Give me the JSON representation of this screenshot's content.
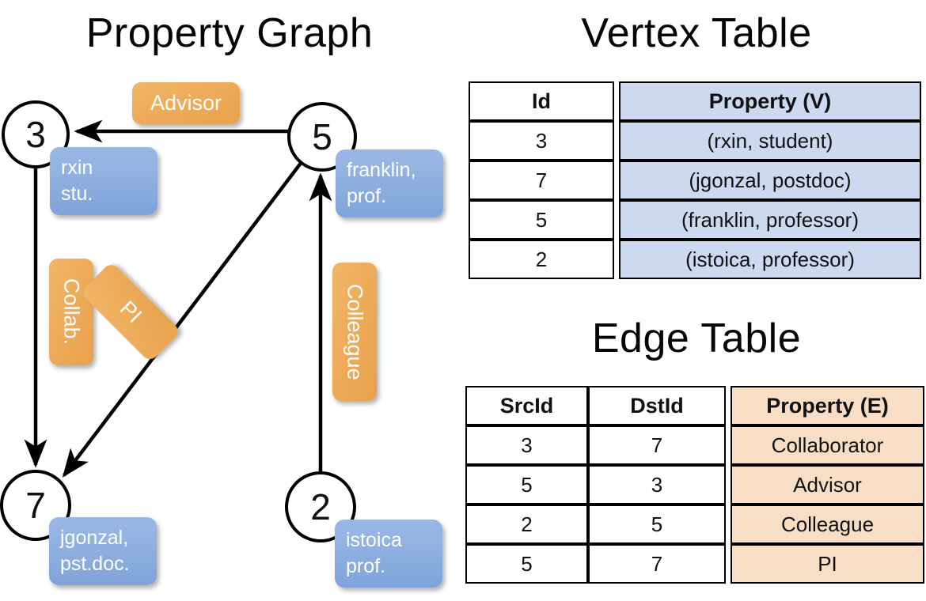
{
  "titles": {
    "property_graph": "Property Graph",
    "vertex_table": "Vertex Table",
    "edge_table": "Edge Table"
  },
  "colors": {
    "vertex_property_fill": "#ccd9ef",
    "edge_property_fill": "#f7dec4",
    "node_property_box": "#8fb0e0",
    "edge_label_box": "#eead5c",
    "stroke": "#000000"
  },
  "graph": {
    "nodes": [
      {
        "id": "3",
        "property_lines": [
          "rxin",
          "stu."
        ]
      },
      {
        "id": "5",
        "property_lines": [
          "franklin,",
          "prof."
        ]
      },
      {
        "id": "7",
        "property_lines": [
          "jgonzal,",
          "pst.doc."
        ]
      },
      {
        "id": "2",
        "property_lines": [
          "istoica",
          "prof."
        ]
      }
    ],
    "edge_labels": [
      {
        "name": "advisor",
        "text": "Advisor",
        "orientation": "horizontal"
      },
      {
        "name": "collab",
        "text": "Collab.",
        "orientation": "vertical"
      },
      {
        "name": "pi",
        "text": "PI",
        "orientation": "diagonal"
      },
      {
        "name": "colleague",
        "text": "Colleague",
        "orientation": "vertical"
      }
    ],
    "edges": [
      {
        "src": "5",
        "dst": "3",
        "label": "Advisor"
      },
      {
        "src": "3",
        "dst": "7",
        "label": "Collab."
      },
      {
        "src": "5",
        "dst": "7",
        "label": "PI"
      },
      {
        "src": "2",
        "dst": "5",
        "label": "Colleague"
      }
    ]
  },
  "vertex_table": {
    "headers": [
      "Id",
      "Property (V)"
    ],
    "rows": [
      {
        "id": "3",
        "property": "(rxin, student)"
      },
      {
        "id": "7",
        "property": "(jgonzal, postdoc)"
      },
      {
        "id": "5",
        "property": "(franklin, professor)"
      },
      {
        "id": "2",
        "property": "(istoica, professor)"
      }
    ]
  },
  "edge_table": {
    "headers": [
      "SrcId",
      "DstId",
      "Property (E)"
    ],
    "rows": [
      {
        "src": "3",
        "dst": "7",
        "property": "Collaborator"
      },
      {
        "src": "5",
        "dst": "3",
        "property": "Advisor"
      },
      {
        "src": "2",
        "dst": "5",
        "property": "Colleague"
      },
      {
        "src": "5",
        "dst": "7",
        "property": "PI"
      }
    ]
  }
}
